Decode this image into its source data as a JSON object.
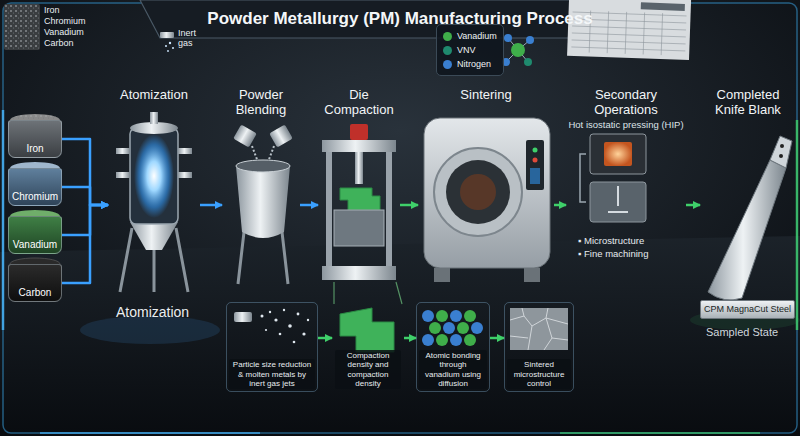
{
  "diagram": {
    "title": "Powder Metallurgy (PM) Manufacturing Process",
    "nodes": [
      {
        "text": [
          "Iron"
        ]
      },
      {
        "text": [
          "Chromium"
        ]
      },
      {
        "text": [
          "Vanadium"
        ]
      },
      {
        "text": [
          "Carbon"
        ]
      },
      {
        "text": [
          "Atomization"
        ]
      },
      {
        "text": [
          "Powder Blending"
        ]
      },
      {
        "text": [
          "Die Compaction"
        ]
      },
      {
        "text": [
          "Sintering"
        ]
      },
      {
        "text": [
          "Secondary Operations",
          "Hot isostatic pressing (HIP)",
          "▪ Microstructure",
          "▪ Fine machining"
        ]
      },
      {
        "text": [
          "Completed Knife Blank"
        ]
      },
      {
        "text": [
          "CPM MagnaCut Steel"
        ],
        "in": 9
      },
      {
        "text": [
          "Particle size reduction & molten metals by inert gas jets"
        ]
      },
      {
        "text": [
          "Compaction density and compaction density"
        ]
      },
      {
        "text": [
          "Atomic bonding through vanadium using diffusion"
        ]
      },
      {
        "text": [
          "Sintered microstructure control"
        ]
      }
    ],
    "edges": [
      {
        "from": 0,
        "to": 4,
        "arrow": "to"
      },
      {
        "from": 1,
        "to": 4,
        "arrow": "to"
      },
      {
        "from": 2,
        "to": 4,
        "arrow": "to"
      },
      {
        "from": 3,
        "to": 4,
        "arrow": "to"
      },
      {
        "from": 4,
        "to": 5,
        "arrow": "to"
      },
      {
        "from": 5,
        "to": 6,
        "arrow": "to"
      },
      {
        "from": 6,
        "to": 7,
        "arrow": "to"
      },
      {
        "from": 7,
        "to": 8,
        "arrow": "to"
      },
      {
        "from": 8,
        "to": 9,
        "arrow": "to"
      },
      {
        "from": 11,
        "to": 12,
        "arrow": "to"
      },
      {
        "from": 12,
        "to": 13,
        "arrow": "to"
      },
      {
        "from": 13,
        "to": 14,
        "arrow": "to"
      }
    ],
    "labels": [
      "Iron",
      "Chromium",
      "Vanadium",
      "Carbon",
      "Inert gas",
      "Atomization",
      "Sampled State"
    ],
    "legend": [
      {
        "text": "Vanadium",
        "color": "#3fae4a"
      },
      {
        "text": "VNV",
        "color": "#1f8a6e"
      },
      {
        "text": "Nitrogen",
        "color": "#3a7fd0"
      }
    ]
  }
}
